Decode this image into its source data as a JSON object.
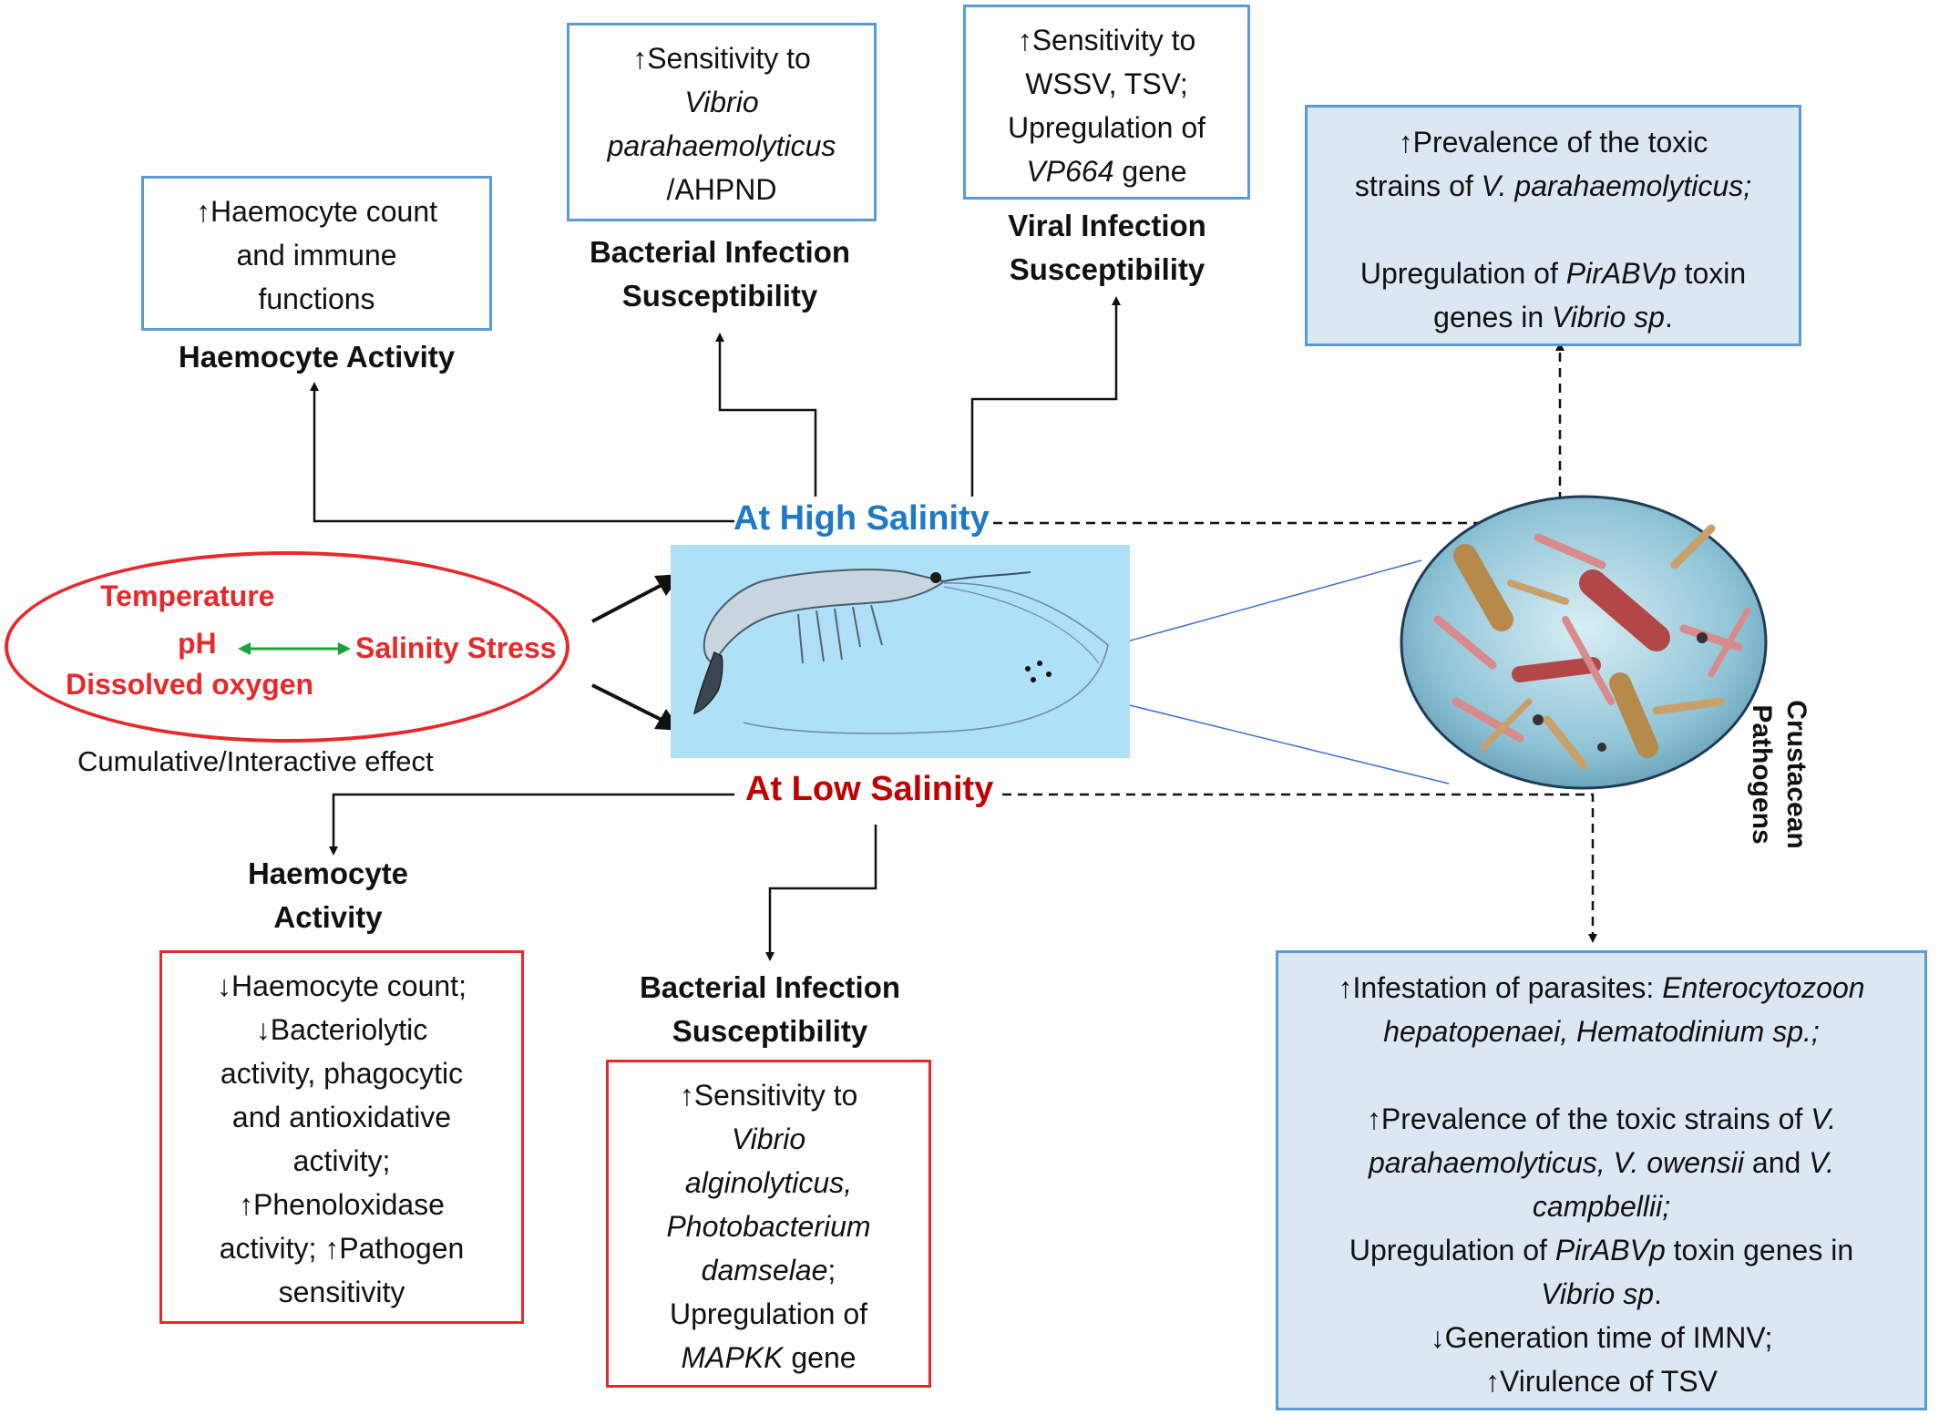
{
  "title_high": "At High Salinity",
  "title_low": "At Low Salinity",
  "stress": {
    "temperature": "Temperature",
    "ph": "pH",
    "dissolved_oxygen": "Dissolved oxygen",
    "salinity_stress": "Salinity Stress",
    "caption": "Cumulative/Interactive effect"
  },
  "pathogen_label": "Crustacean Pathogens",
  "high": {
    "haemocyte": {
      "label": "Haemocyte Activity",
      "text": [
        "↑Haemocyte count",
        "and immune",
        "functions"
      ]
    },
    "bacterial": {
      "label_1": "Bacterial Infection",
      "label_2": "Susceptibility",
      "l1": "↑Sensitivity to",
      "l2": "Vibrio",
      "l3": "parahaemolyticus",
      "l4": "/AHPND"
    },
    "viral": {
      "label_1": "Viral Infection",
      "label_2": "Susceptibility",
      "l1": "↑Sensitivity to",
      "l2": "WSSV, TSV;",
      "l3": "Upregulation of",
      "l4_gene": "VP664",
      "l4_rest": " gene"
    },
    "pathogen_box": {
      "l1": "↑Prevalence of the toxic",
      "l2_a": "strains of ",
      "l2_b": "V. parahaemolyticus;",
      "l3_a": "Upregulation of ",
      "l3_b": "PirABVp",
      "l3_c": " toxin",
      "l4_a": "genes in ",
      "l4_b": "Vibrio sp",
      "l4_c": "."
    }
  },
  "low": {
    "haemocyte": {
      "label_1": "Haemocyte",
      "label_2": "Activity",
      "text": [
        "↓Haemocyte count;",
        "↓Bacteriolytic",
        "activity, phagocytic",
        "and antioxidative",
        "activity;",
        "↑Phenoloxidase",
        "activity; ↑Pathogen",
        "sensitivity"
      ]
    },
    "bacterial": {
      "label_1": "Bacterial Infection",
      "label_2": "Susceptibility",
      "l1": "↑Sensitivity to",
      "l2": "Vibrio",
      "l3": "alginolyticus,",
      "l4": "Photobacterium",
      "l5_a": "damselae",
      "l5_b": ";",
      "l6": "Upregulation of",
      "l7_gene": "MAPKK",
      "l7_rest": " gene"
    },
    "pathogen_box": {
      "l1_a": "↑Infestation of parasites: ",
      "l1_b": "Enterocytozoon",
      "l2": "hepatopenaei, Hematodinium sp.;",
      "l3_a": "↑Prevalence of the toxic strains of ",
      "l3_b": "V.",
      "l4_a": "parahaemolyticus, V. owensii",
      "l4_b": " and ",
      "l4_c": "V.",
      "l5": "campbellii;",
      "l6_a": "Upregulation of ",
      "l6_b": "PirABVp",
      "l6_c": " toxin  genes in",
      "l7_a": "Vibrio sp",
      "l7_b": ".",
      "l8": "↓Generation time of IMNV;",
      "l9": "↑Virulence of TSV"
    }
  }
}
